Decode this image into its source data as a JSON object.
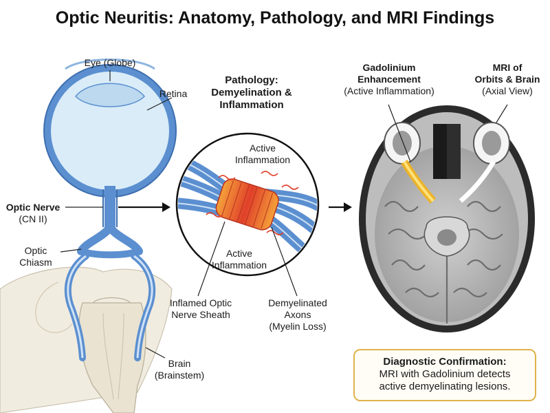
{
  "title": "Optic Neuritis: Anatomy, Pathology, and MRI Findings",
  "anatomy": {
    "eye_label": "Eye (Globe)",
    "retina_label": "Retina",
    "optic_nerve_label": "Optic Nerve",
    "optic_nerve_sub": "(CN II)",
    "chiasm_label_1": "Optic",
    "chiasm_label_2": "Chiasm",
    "brain_label_1": "Brain",
    "brain_label_2": "(Brainstem)"
  },
  "pathology": {
    "heading_1": "Pathology:",
    "heading_2": "Demyelination &",
    "heading_3": "Inflammation",
    "active_top_1": "Active",
    "active_top_2": "Inflammation",
    "active_bottom_1": "Active",
    "active_bottom_2": "Inflammation",
    "sheath_1": "Inflamed Optic",
    "sheath_2": "Nerve Sheath",
    "axons_1": "Demyelinated",
    "axons_2": "Axons",
    "axons_3": "(Myelin Loss)"
  },
  "mri": {
    "gad_1": "Gadolinium",
    "gad_2": "Enhancement",
    "gad_3": "(Active Inflammation)",
    "mri_1": "MRI of",
    "mri_2": "Orbits & Brain",
    "mri_3": "(Axial View)"
  },
  "diagnosis": {
    "heading": "Diagnostic Confirmation:",
    "line_1": "MRI with Gadolinium detects",
    "line_2": "active demyelinating lesions."
  },
  "colors": {
    "nerve_blue": "#5b8fd0",
    "inflammation_red": "#e0402a",
    "enhancement_yellow": "#f2b21c",
    "box_border": "#e0b24a"
  }
}
